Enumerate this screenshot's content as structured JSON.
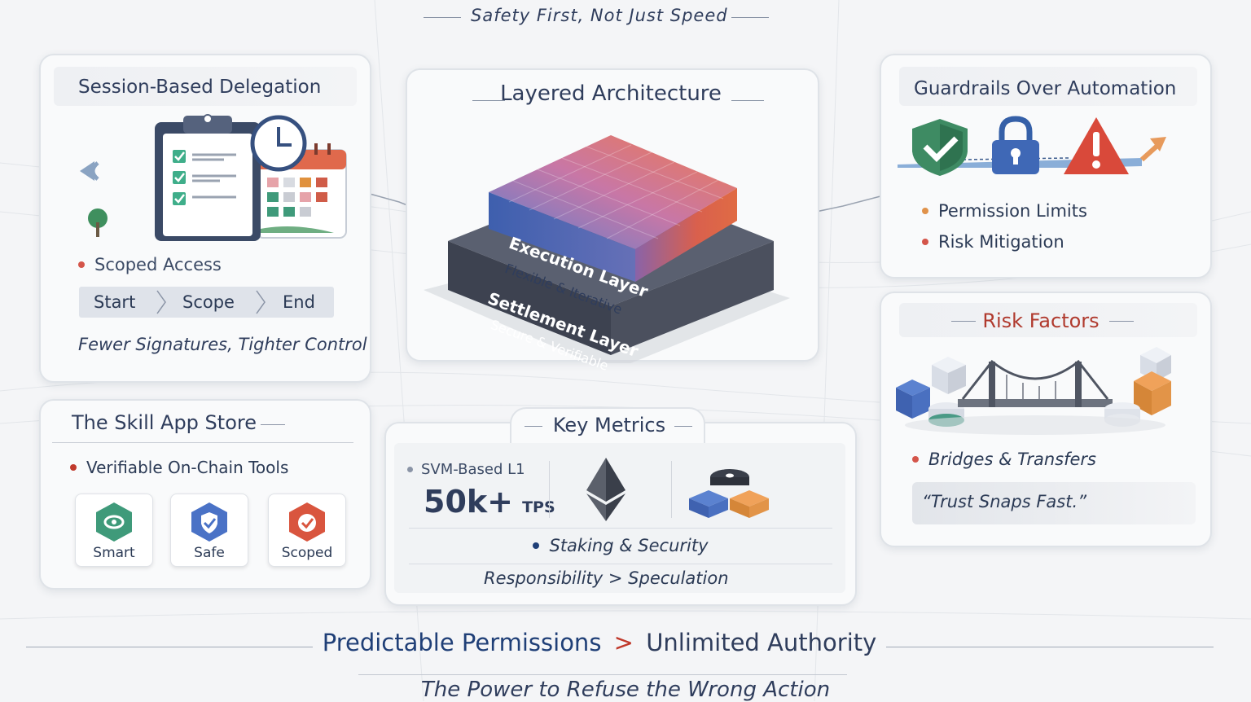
{
  "header": {
    "tagline": "Safety First, Not Just Speed"
  },
  "session_card": {
    "title": "Session-Based Delegation",
    "bullet": "Scoped Access",
    "flow_steps": [
      "Start",
      "Scope",
      "End"
    ],
    "caption": "Fewer Signatures, Tighter Control"
  },
  "architecture_card": {
    "title": "Layered Architecture",
    "execution_layer": {
      "name": "Execution Layer",
      "subtitle": "Flexible & Iterative"
    },
    "settlement_layer": {
      "name": "Settlement Layer",
      "subtitle": "Secure & Verifiable"
    }
  },
  "guardrails_card": {
    "title": "Guardrails Over Automation",
    "bullets": [
      "Permission Limits",
      "Risk Mitigation"
    ]
  },
  "skill_store_card": {
    "title": "The Skill App Store",
    "bullet": "Verifiable On-Chain Tools",
    "tools": [
      {
        "label": "Smart",
        "icon": "smart-badge-icon",
        "color": "#3f9a7a"
      },
      {
        "label": "Safe",
        "icon": "safe-badge-icon",
        "color": "#4a72c6"
      },
      {
        "label": "Scoped",
        "icon": "scoped-badge-icon",
        "color": "#d9553e"
      }
    ]
  },
  "metrics_card": {
    "title": "Key Metrics",
    "chain": "SVM-Based L1",
    "tps_value": "50k+",
    "tps_unit": "TPS",
    "bullet": "Staking & Security",
    "caption": "Responsibility > Speculation"
  },
  "risk_card": {
    "title": "Risk Factors",
    "bullet": "Bridges & Transfers",
    "quote": "“Trust Snaps Fast.”"
  },
  "footer": {
    "left": "Predictable Permissions",
    "operator": ">",
    "right": "Unlimited Authority",
    "subtitle": "The Power to Refuse the Wrong Action"
  },
  "colors": {
    "navy": "#1f3f77",
    "accent_red": "#c0392b",
    "bullet_orange": "#e0924a",
    "bullet_red": "#d4554a",
    "block_blue": "#4f6fc0",
    "block_orange": "#e6784a"
  }
}
